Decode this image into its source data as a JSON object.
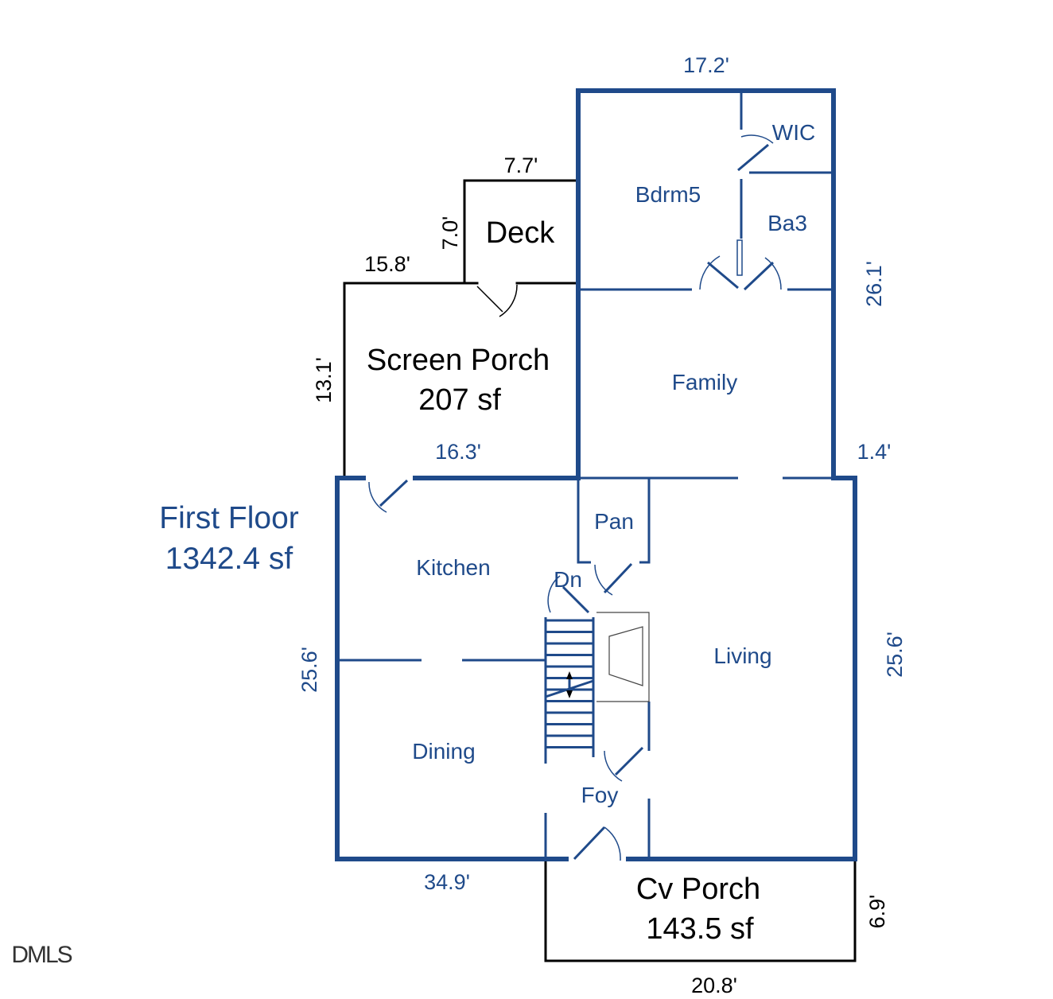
{
  "plan": {
    "title": "First Floor",
    "area": "1342.4 sf",
    "watermark": "DMLS"
  },
  "rooms": {
    "wic": "WIC",
    "bdrm5": "Bdrm5",
    "ba3": "Ba3",
    "family": "Family",
    "pantry": "Pan",
    "kitchen": "Kitchen",
    "dn": "Dn",
    "living": "Living",
    "dining": "Dining",
    "foyer": "Foy"
  },
  "porches": {
    "deck": "Deck",
    "screen_porch_name": "Screen Porch",
    "screen_porch_area": "207 sf",
    "cv_porch_name": "Cv Porch",
    "cv_porch_area": "143.5 sf"
  },
  "dimensions": {
    "top_width": "17.2'",
    "deck_width": "7.7'",
    "deck_depth": "7.0'",
    "screen_porch_top": "15.8'",
    "screen_porch_depth": "13.1'",
    "screen_porch_bottom": "16.3'",
    "right_upper": "26.1'",
    "right_jog": "1.4'",
    "left_lower": "25.6'",
    "right_lower": "25.6'",
    "bottom_left": "34.9'",
    "cv_porch_depth": "6.9'",
    "cv_porch_width": "20.8'"
  },
  "colors": {
    "floor_lines": "#1f4a8a",
    "porch_lines": "#000000"
  }
}
